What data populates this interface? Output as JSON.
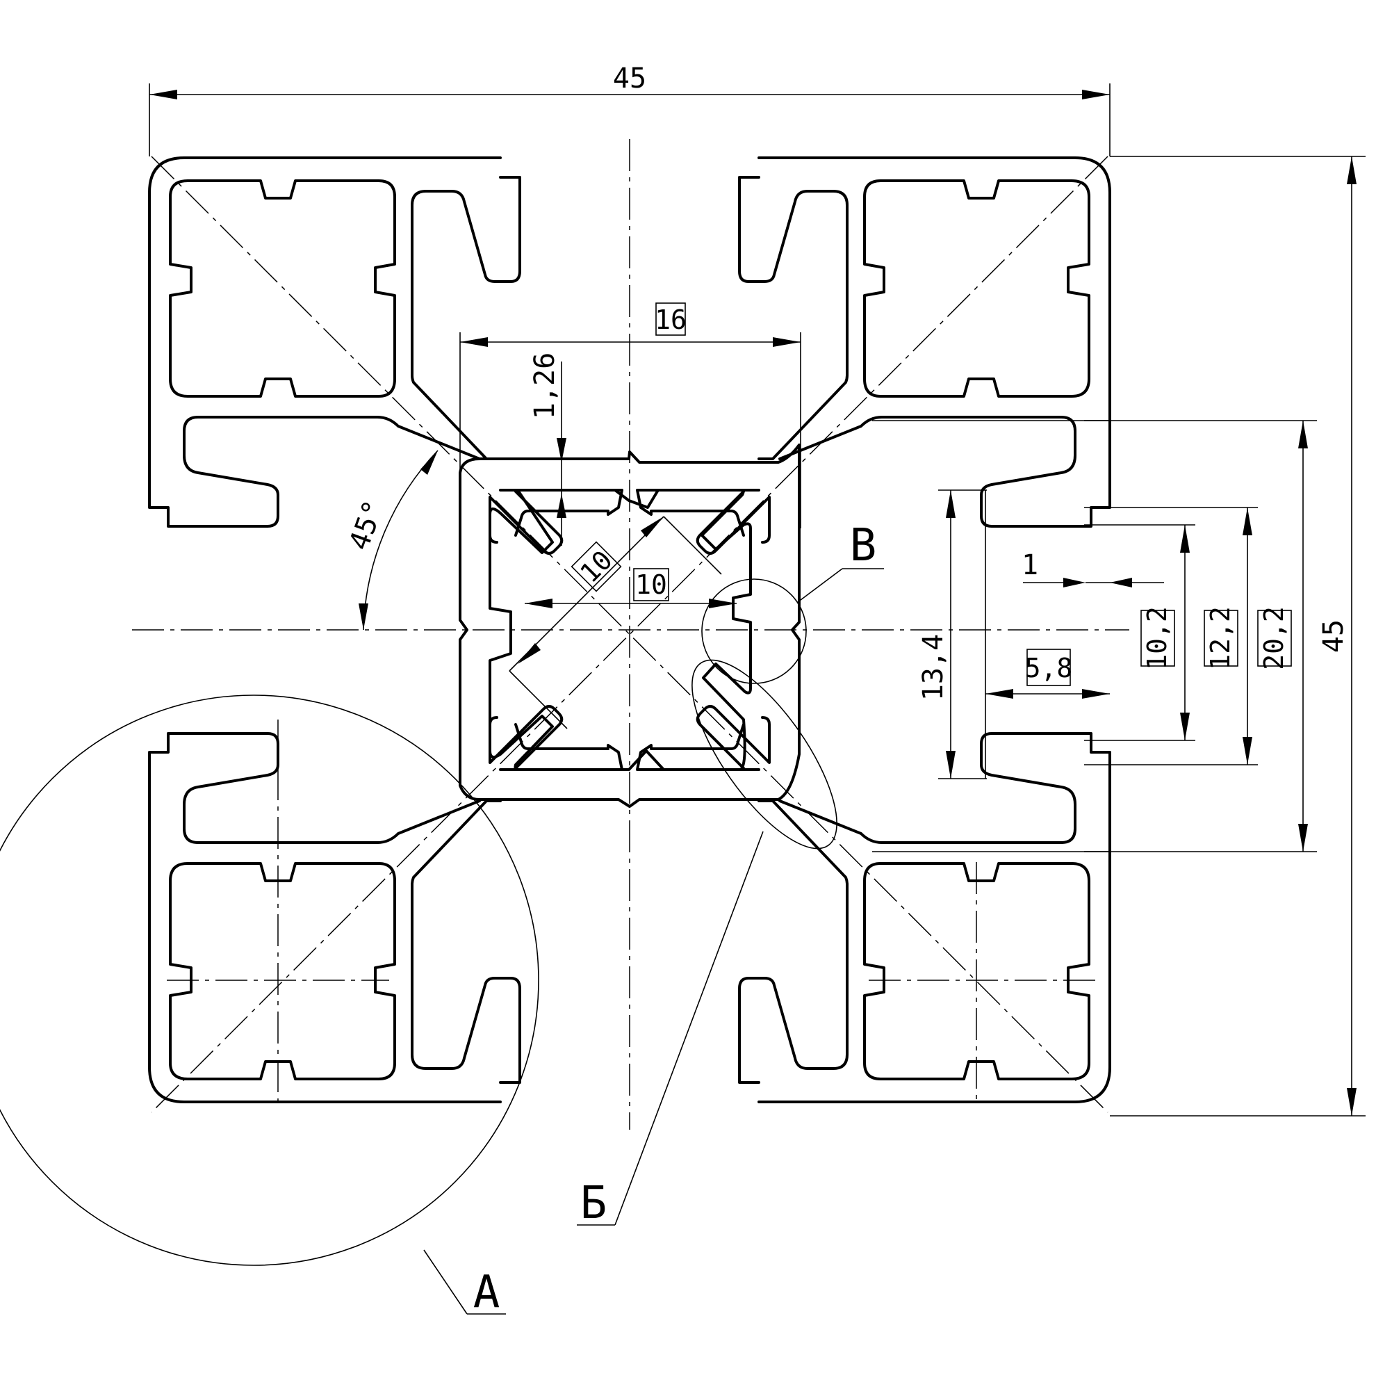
{
  "dimensions": {
    "overall_width": "45",
    "overall_height": "45",
    "center_width": "16",
    "wall_thickness": "1,26",
    "angle": "45°",
    "core_diag": "10",
    "core_width": "10",
    "groove_depth": "1",
    "slot_depth": "5,8",
    "slot_height": "13,4",
    "slot_opening": "10,2",
    "slot_inner": "12,2",
    "slot_outer": "20,2"
  },
  "callouts": {
    "detail_a": "А",
    "detail_b": "Б",
    "detail_v": "В"
  }
}
